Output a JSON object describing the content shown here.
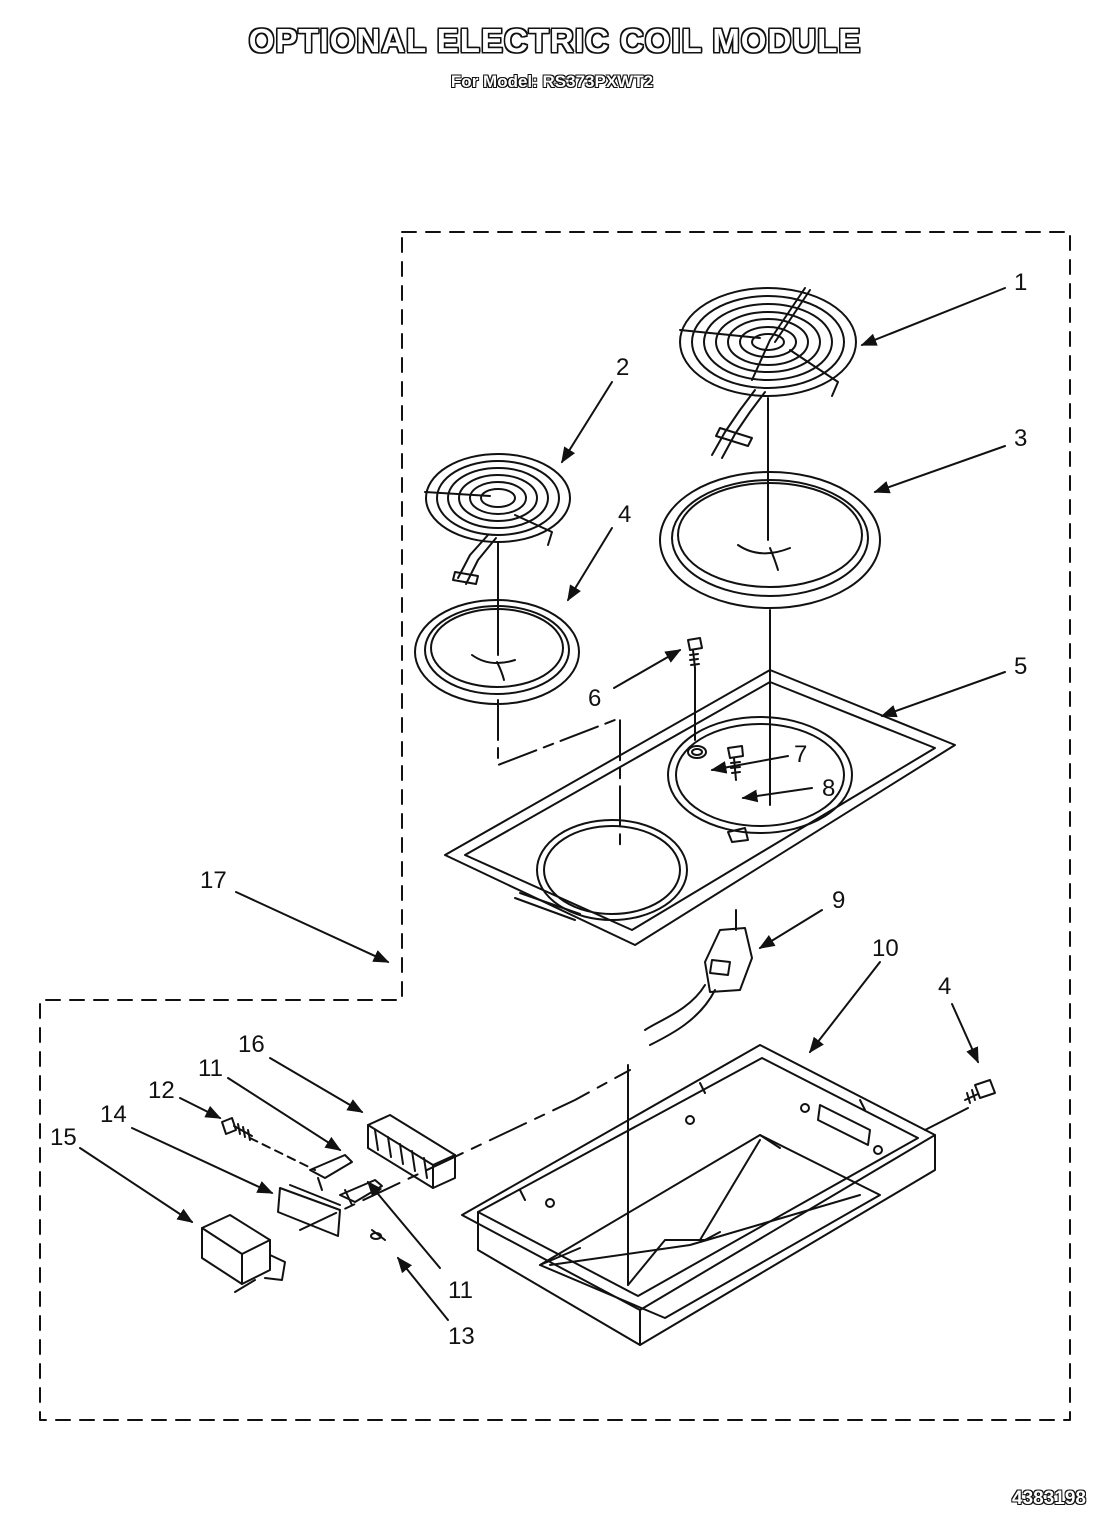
{
  "header": {
    "title": "OPTIONAL ELECTRIC COIL MODULE",
    "subtitle": "For Model: RS373PXWT2"
  },
  "footer": {
    "doc_number": "4383198"
  },
  "callouts": {
    "c1": "1",
    "c2": "2",
    "c3": "3",
    "c4a": "4",
    "c4b": "4",
    "c5": "5",
    "c6": "6",
    "c7": "7",
    "c8": "8",
    "c9": "9",
    "c10": "10",
    "c11a": "11",
    "c11b": "11",
    "c12": "12",
    "c13": "13",
    "c14": "14",
    "c15": "15",
    "c16": "16",
    "c17": "17"
  }
}
